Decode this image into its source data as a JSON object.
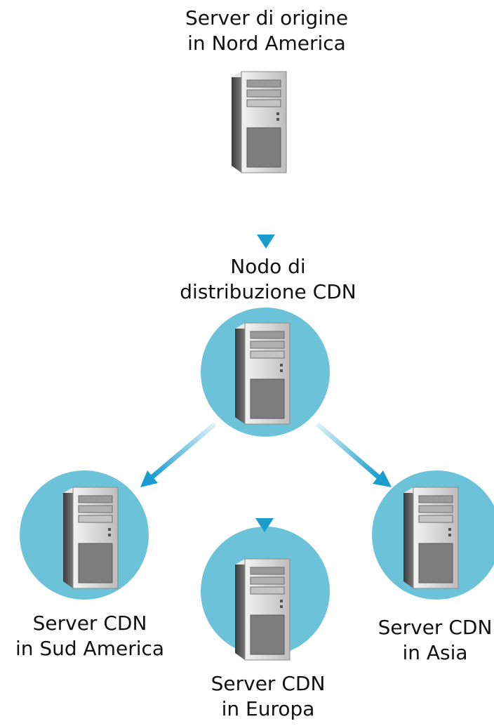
{
  "nodes": {
    "origin": {
      "label_line1": "Server di origine",
      "label_line2": "in Nord America"
    },
    "hub": {
      "label_line1": "Nodo di",
      "label_line2": "distribuzione CDN"
    },
    "south_america": {
      "label_line1": "Server CDN",
      "label_line2": "in Sud America"
    },
    "europe": {
      "label_line1": "Server CDN",
      "label_line2": "in Europa"
    },
    "asia": {
      "label_line1": "Server CDN",
      "label_line2": "in Asia"
    }
  },
  "colors": {
    "circle": "#6cc3d9",
    "arrow_light": "#d4eef6",
    "arrow_dark": "#1a9ccc",
    "server_dark": "#4a4a4a",
    "server_light": "#d8d8d8"
  }
}
